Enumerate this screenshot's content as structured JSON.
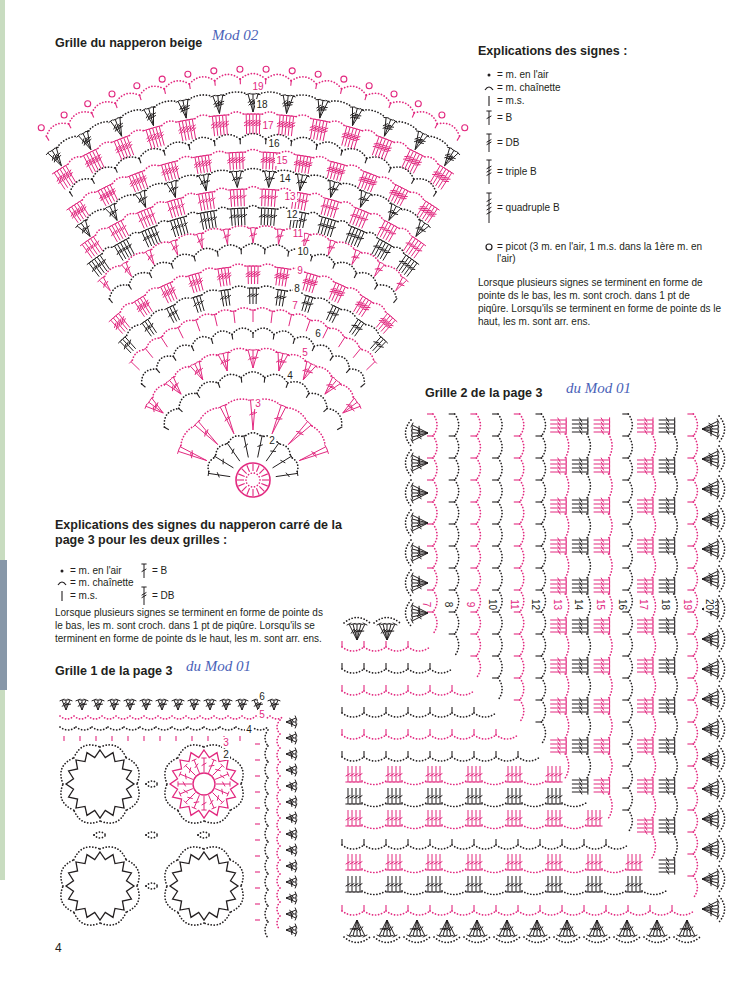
{
  "diagram": {
    "labels": [
      "Grille du napperon beige",
      "Mod 02",
      "Explications des signes :",
      "Lorsque plusieurs signes se terminent en forme de pointe ds le bas, les m. sont croch. dans 1 pt de piqûre. Lorsqu'ils se terminent en forme de pointe ds le haut, les m. sont arr. ens.",
      "2",
      "3",
      "4",
      "5",
      "6",
      "7",
      "8",
      "9",
      "10",
      "11",
      "12",
      "13",
      "14",
      "15",
      "16",
      "17",
      "18",
      "19",
      "Explications des signes du napperon carré de la page 3 pour les deux grilles :",
      "Lorsque plusieurs signes se terminent en forme de pointe ds le bas, les m. sont croch. dans 1 pt de piqûre. Lorsqu'ils se terminent en forme de pointe ds le haut, les m. sont arr. ens.",
      "Grille 1 de la page 3",
      "du Mod 01",
      "6",
      "5",
      "4",
      "3",
      "2",
      "Grille 2 de la page 3",
      "du Mod 01",
      "7",
      "8",
      "9",
      "10",
      "11",
      "12",
      "13",
      "14",
      "15",
      "16",
      "17",
      "18",
      "19",
      "20",
      "4"
    ],
    "legend": [
      {
        "text": "= m. en l'air"
      },
      {
        "text": "= m. chaînette"
      },
      {
        "text": "= m.s."
      },
      {
        "text": "= B"
      },
      {
        "text": "= DB"
      },
      {
        "text": "= triple B"
      },
      {
        "text": "= quadruple B"
      },
      {
        "text": "= picot (3 m. en l'air, 1 m.s. dans la 1ère m. en l'air)"
      },
      {
        "text": "= m. en l'air"
      },
      {
        "text": "= m. chaînette"
      },
      {
        "text": "= m.s."
      },
      {
        "text": "= B"
      },
      {
        "text": "= DB"
      }
    ]
  }
}
